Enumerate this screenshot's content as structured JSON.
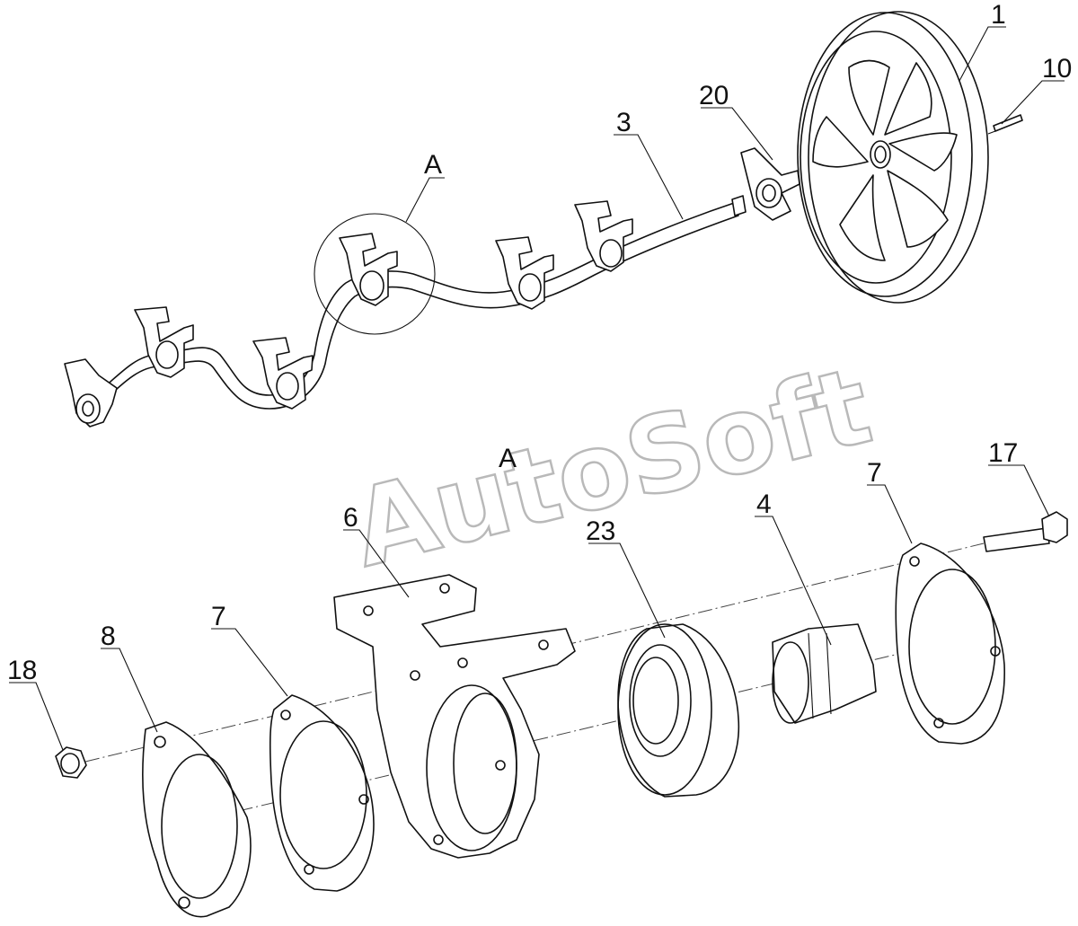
{
  "watermark": "AutoSoft",
  "detail_label": "A",
  "callouts": {
    "p1": "1",
    "p3": "3",
    "p4": "4",
    "p6": "6",
    "p7a": "7",
    "p7b": "7",
    "p8": "8",
    "p10": "10",
    "p17": "17",
    "p18": "18",
    "p20": "20",
    "p23": "23",
    "detail_a": "A"
  }
}
